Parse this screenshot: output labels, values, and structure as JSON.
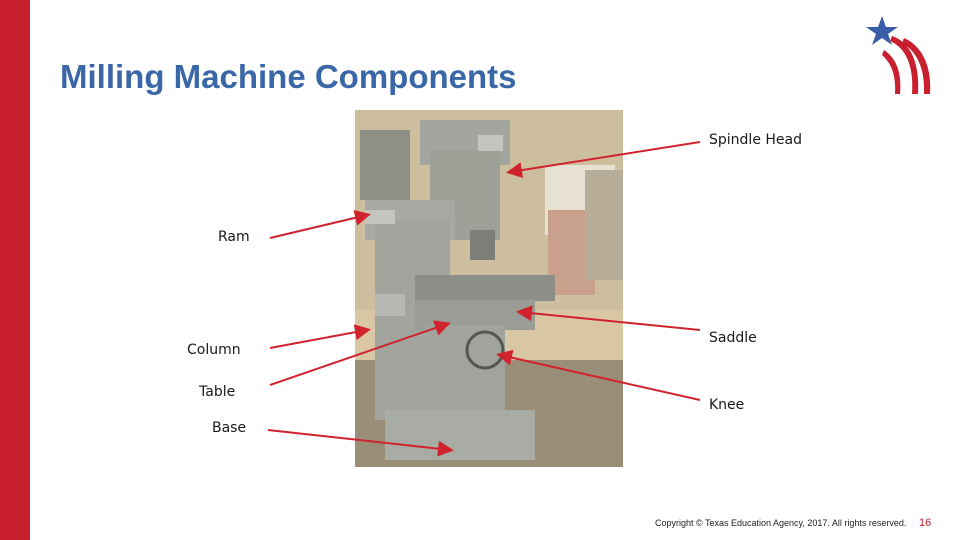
{
  "slide": {
    "title": "Milling Machine Components",
    "labels": {
      "spindle_head": "Spindle Head",
      "ram": "Ram",
      "column": "Column",
      "table": "Table",
      "base": "Base",
      "saddle": "Saddle",
      "knee": "Knee"
    },
    "footer": {
      "copyright": "Copyright © Texas Education Agency, 2017. All rights reserved.",
      "page_number": "16"
    },
    "colors": {
      "accent_red": "#c8202f",
      "title_blue": "#3a67a8",
      "star_blue": "#3a5da8"
    },
    "logo": {
      "icon": "star-stripes-logo-icon"
    }
  }
}
